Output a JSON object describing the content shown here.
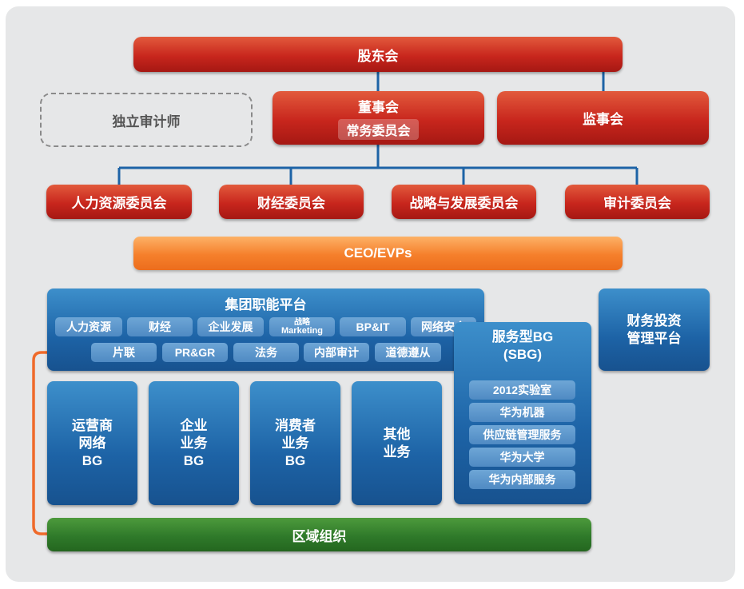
{
  "governance": {
    "shareholders": "股东会",
    "auditor": "独立审计师",
    "board": "董事会",
    "standing_committee": "常务委员会",
    "supervisory_board": "监事会",
    "committees": [
      "人力资源委员会",
      "财经委员会",
      "战略与发展委员会",
      "审计委员会"
    ],
    "ceo": "CEO/EVPs"
  },
  "group_platform": {
    "title": "集团职能平台",
    "row1": [
      "人力资源",
      "财经",
      "企业发展",
      "战略",
      "Marketing",
      "BP&IT",
      "网络安全"
    ],
    "row2": [
      "片联",
      "PR&GR",
      "法务",
      "内部审计",
      "道德遵从"
    ]
  },
  "business_groups": [
    [
      "运营商",
      "网络",
      "BG"
    ],
    [
      "企业",
      "业务",
      "BG"
    ],
    [
      "消费者",
      "业务",
      "BG"
    ],
    [
      "其他",
      "业务"
    ]
  ],
  "service_bg": {
    "title": "服务型BG",
    "subtitle": "(SBG)",
    "items": [
      "2012实验室",
      "华为机器",
      "供应链管理服务",
      "华为大学",
      "华为内部服务"
    ]
  },
  "finance_platform": [
    "财务投资",
    "管理平台"
  ],
  "region": "区域组织",
  "colors": {
    "canvas": "#e6e7e8",
    "red": "#c8261d",
    "orange": "#f57f2b",
    "blue": "#1d63a6",
    "green": "#2f7a2a",
    "connector": "#1d63a6",
    "accent_line": "#ef6a2a"
  }
}
